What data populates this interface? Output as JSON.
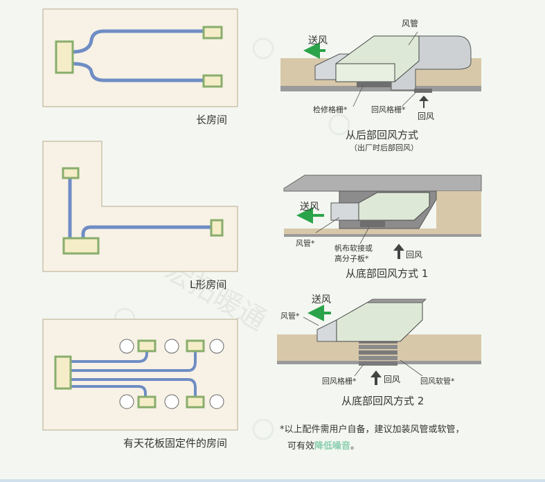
{
  "left_column": {
    "long_room_label": "长房间",
    "l_room_label": "L形房间",
    "ceiling_room_label": "有天花板固定件的房间"
  },
  "diagram_rear": {
    "supply_label": "送风",
    "duct_label": "风管",
    "inspection_grille_label": "检修格栅*",
    "return_grille_label": "回风格栅*",
    "return_label": "回风",
    "title": "从后部回风方式",
    "subtitle": "（出厂时后部回风）"
  },
  "diagram_bottom1": {
    "supply_label": "送风",
    "duct_label": "风管*",
    "canvas_line1": "帆布软接或",
    "canvas_line2": "高分子板*",
    "return_label": "回风",
    "title": "从底部回风方式 1"
  },
  "diagram_bottom2": {
    "supply_label": "送风",
    "duct_label": "风管*",
    "return_grille_label": "回风格栅*",
    "return_label": "回风",
    "soft_duct_label": "回风软管*",
    "title": "从底部回风方式 2"
  },
  "footnote": {
    "line1": "*以上配件需用户自备，建议加装风管或软管，",
    "line2_prefix": "可有效",
    "line2_highlight": "降低噪音",
    "line2_suffix": "。"
  },
  "watermark": {
    "brand": "宏拓暖通"
  },
  "colors": {
    "pipe_blue": "#6f8dc4",
    "unit_green": "#a9c98d",
    "unit_fill": "#f5edc8",
    "supply_arrow": "#2aa34a",
    "beige_board": "#d8c8aa",
    "duct_fill": "#dde9d6",
    "highlight_text": "#8bcfae"
  }
}
